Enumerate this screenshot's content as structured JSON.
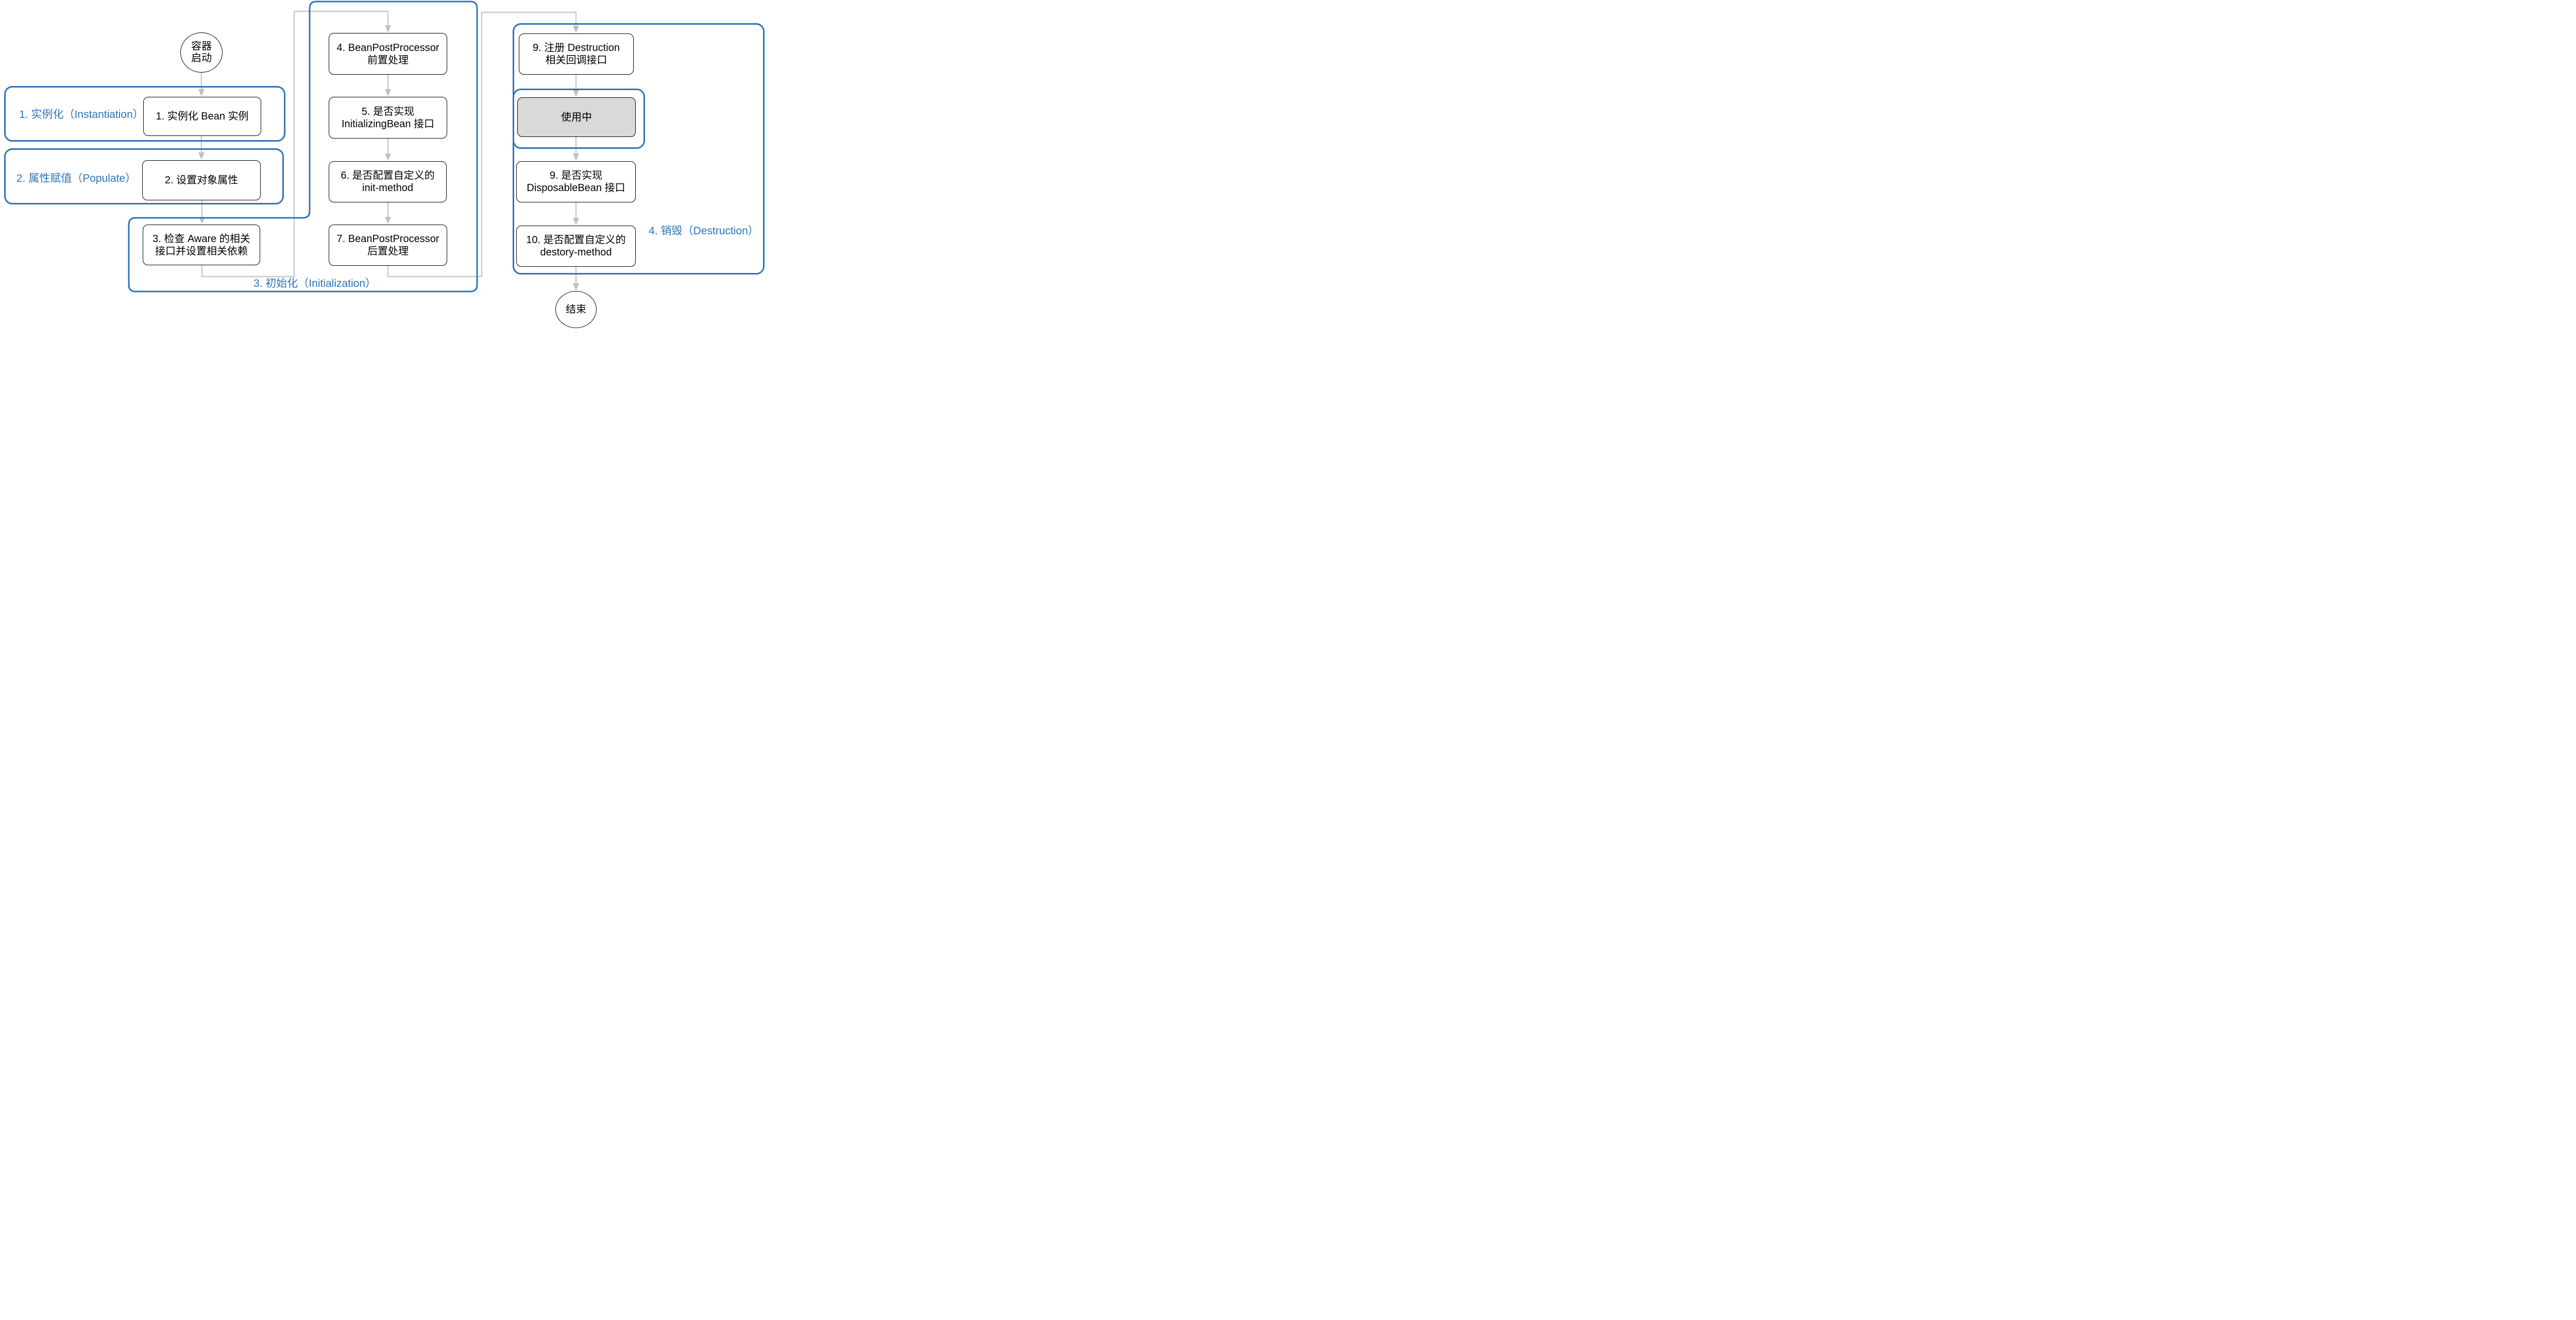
{
  "diagram": {
    "start_node": {
      "label": "容器\n启动"
    },
    "end_node": {
      "label": "结束"
    },
    "phases": [
      {
        "label": "1. 实例化（Instantiation）"
      },
      {
        "label": "2. 属性赋值（Populate）"
      },
      {
        "label": "3. 初始化（Initialization）"
      },
      {
        "label": "4. 销毁（Destruction）"
      }
    ],
    "steps": [
      {
        "label": "1. 实例化 Bean 实例"
      },
      {
        "label": "2. 设置对象属性"
      },
      {
        "label": "3. 检查 Aware 的相关\n接口并设置相关依赖"
      },
      {
        "label": "4. BeanPostProcessor\n前置处理"
      },
      {
        "label": "5. 是否实现\nInitializingBean 接口"
      },
      {
        "label": "6. 是否配置自定义的\ninit-method"
      },
      {
        "label": "7. BeanPostProcessor\n后置处理"
      },
      {
        "label": "9. 注册 Destruction\n相关回调接口"
      },
      {
        "label": "使用中"
      },
      {
        "label": "9. 是否实现\nDisposableBean 接口"
      },
      {
        "label": "10. 是否配置自定义的\ndestory-method"
      }
    ],
    "colors": {
      "accent": "#2E75B6",
      "box_border": "#000000",
      "connector": "#C9C9C9",
      "arrowhead": "#C0C0C0",
      "in_use_fill": "#D9D9D9",
      "background": "#FFFFFF"
    }
  }
}
